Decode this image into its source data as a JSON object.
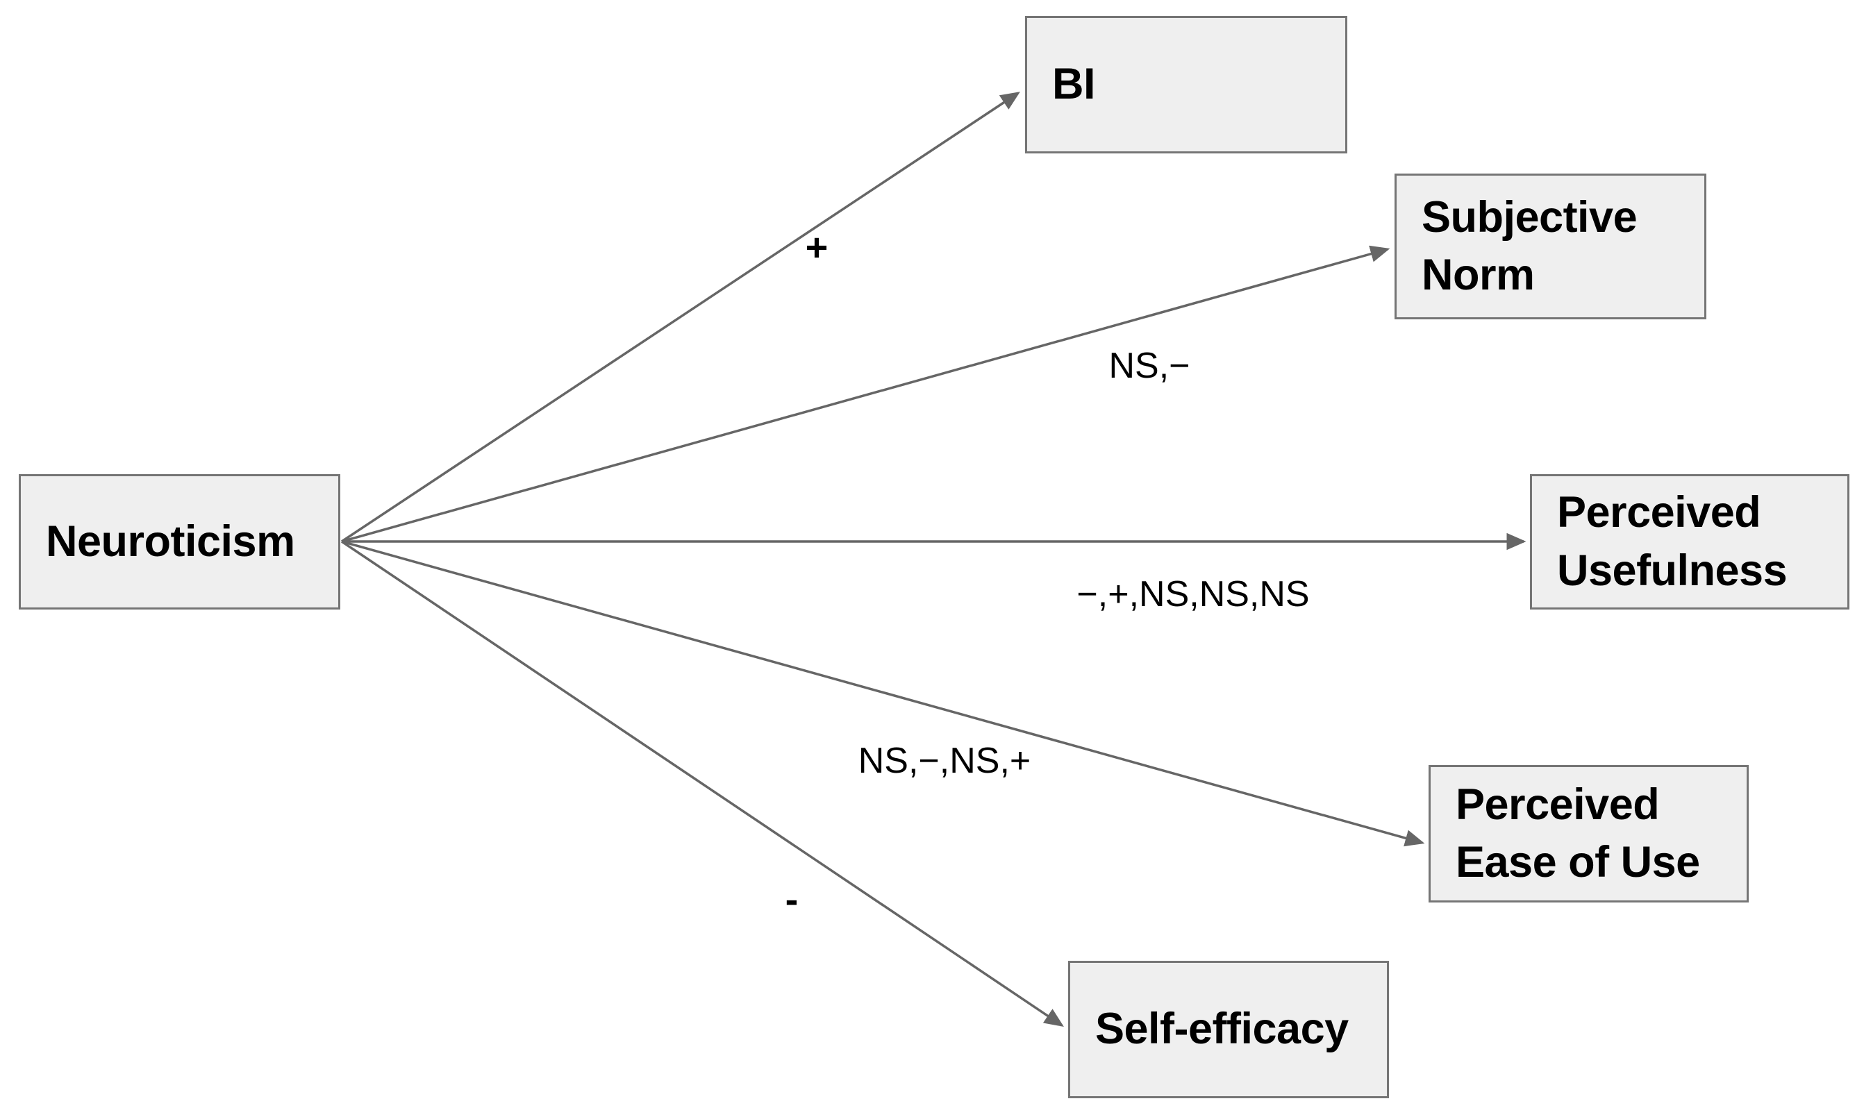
{
  "diagram": {
    "type": "path-model",
    "source": {
      "label": "Neuroticism"
    },
    "targets": [
      {
        "id": "bi",
        "label": "BI"
      },
      {
        "id": "subjective-norm",
        "label": "Subjective Norm"
      },
      {
        "id": "perceived-usefulness",
        "label": "Perceived Usefulness"
      },
      {
        "id": "perceived-ease-of-use",
        "label": "Perceived Ease of Use"
      },
      {
        "id": "self-efficacy",
        "label": "Self-efficacy"
      }
    ],
    "edges": [
      {
        "from": "Neuroticism",
        "to": "BI",
        "label": "+"
      },
      {
        "from": "Neuroticism",
        "to": "Subjective Norm",
        "label": "NS,−"
      },
      {
        "from": "Neuroticism",
        "to": "Perceived Usefulness",
        "label": "−,+,NS,NS,NS"
      },
      {
        "from": "Neuroticism",
        "to": "Perceived Ease of Use",
        "label": "NS,−,NS,+"
      },
      {
        "from": "Neuroticism",
        "to": "Self-efficacy",
        "label": "-"
      }
    ],
    "colors": {
      "background": "#ffffff",
      "node_fill": "#efefef",
      "node_border": "#757575",
      "arrow": "#666666",
      "text": "#000000"
    }
  }
}
